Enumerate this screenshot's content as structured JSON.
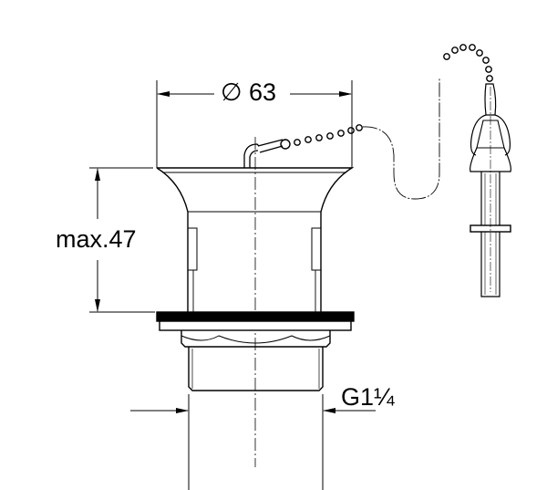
{
  "drawing": {
    "diameter_label": "∅ 63",
    "height_label": "max.47",
    "thread_label": "G1¼"
  },
  "colors": {
    "line": "#000000",
    "background": "#ffffff"
  }
}
